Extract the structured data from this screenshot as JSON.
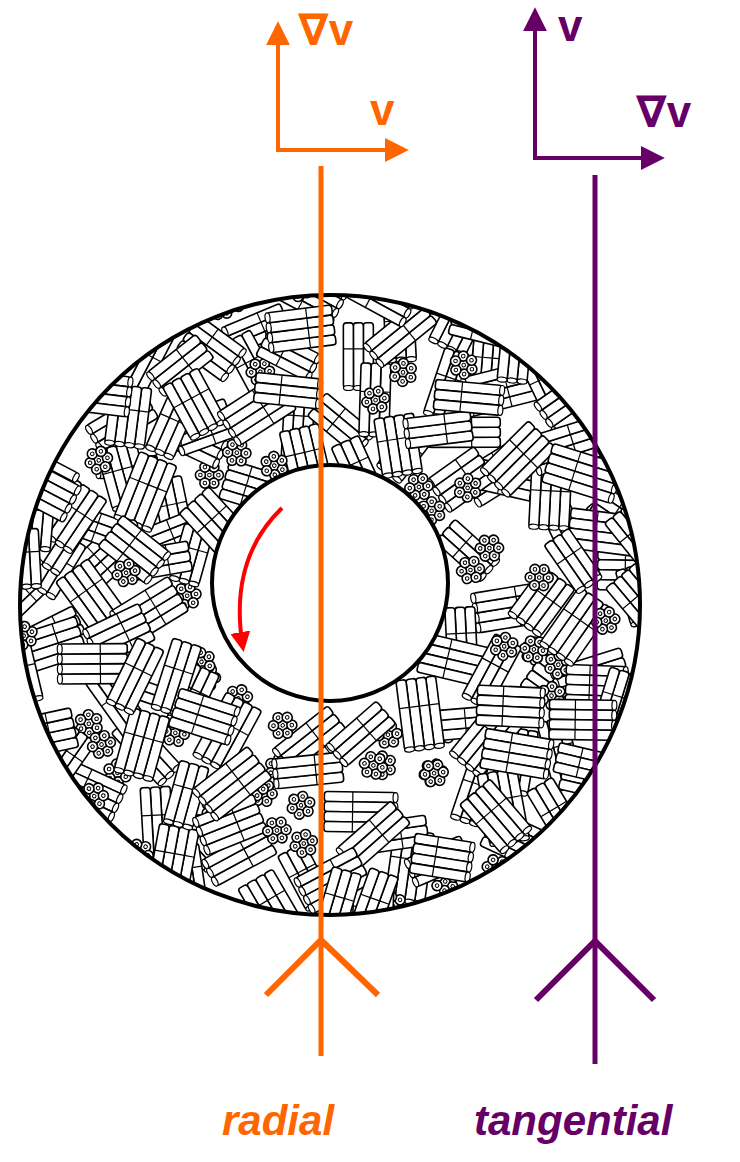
{
  "diagram": {
    "labels": [
      "∇v",
      "v",
      "v",
      "∇v",
      "radial",
      "tangential"
    ]
  }
}
